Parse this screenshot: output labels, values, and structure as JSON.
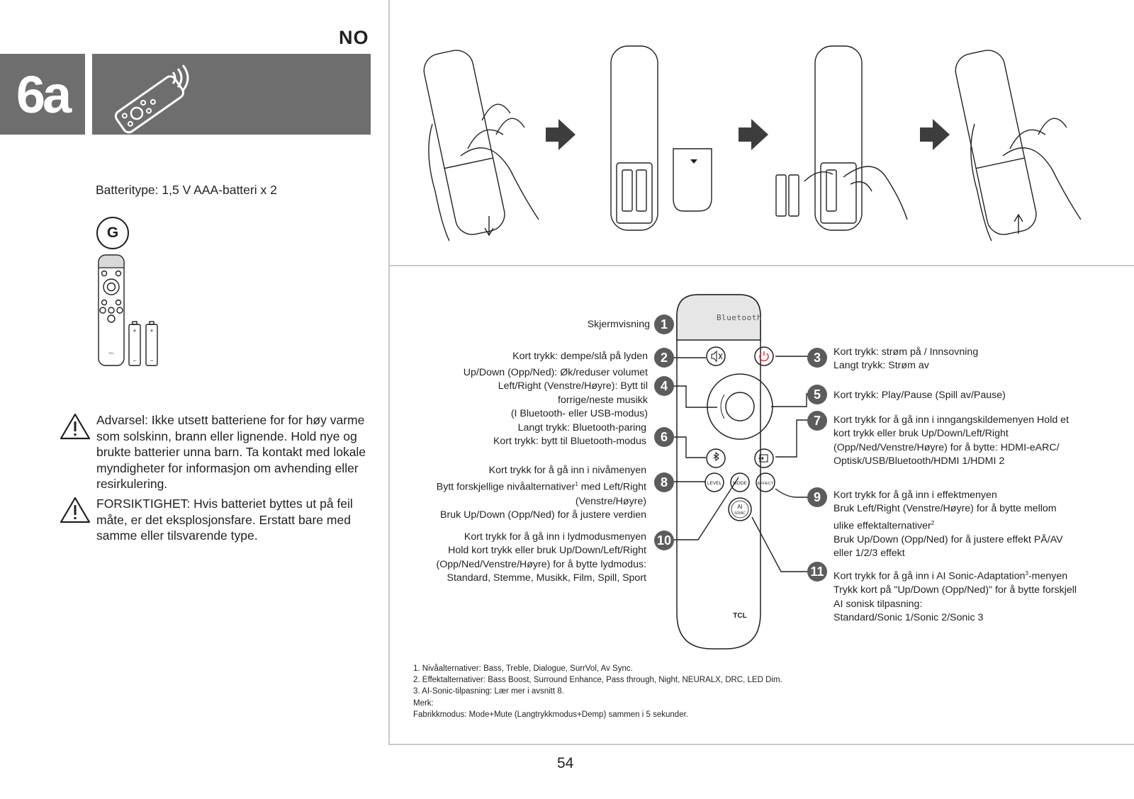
{
  "header": {
    "language": "NO",
    "section": "6a"
  },
  "battery": {
    "type_text": "Batteritype: 1,5 V AAA-batteri x 2",
    "badge": "G",
    "remote_brand": "TCL",
    "plus": "+",
    "minus": "−"
  },
  "warnings": [
    {
      "text": "Advarsel: Ikke utsett batteriene for for høy varme som solskinn, brann eller lignende. Hold nye og brukte batterier unna barn. Ta kontakt med lokale myndigheter for informasjon om avhending eller resirkulering."
    },
    {
      "text": "FORSIKTIGHET: Hvis batteriet byttes ut på feil måte, er det eksplosjonsfare. Erstatt bare med samme eller tilsvarende type."
    }
  ],
  "remote": {
    "display_text": "Bluetooth",
    "brand": "TCL",
    "btn_level": "LEVEL",
    "btn_mode": "MODE",
    "btn_effect": "EFFECT",
    "btn_ai": "AI",
    "btn_sonic": "SONIC"
  },
  "callouts": {
    "c1": {
      "num": "1",
      "lines": [
        "Skjermvisning"
      ]
    },
    "c2": {
      "num": "2",
      "lines": [
        "Kort trykk: dempe/slå på lyden"
      ]
    },
    "c3": {
      "num": "3",
      "lines": [
        "Kort trykk: strøm på / Innsovning",
        "Langt trykk: Strøm av"
      ]
    },
    "c4": {
      "num": "4",
      "lines": [
        "Up/Down (Opp/Ned): Øk/reduser volumet",
        "Left/Right (Venstre/Høyre): Bytt til",
        "forrige/neste musikk",
        "(I Bluetooth- eller USB-modus)"
      ]
    },
    "c5": {
      "num": "5",
      "lines": [
        "Kort trykk: Play/Pause (Spill av/Pause)"
      ]
    },
    "c6": {
      "num": "6",
      "lines": [
        "Langt trykk: Bluetooth-paring",
        "Kort trykk: bytt til Bluetooth-modus"
      ]
    },
    "c7": {
      "num": "7",
      "lines": [
        "Kort trykk for å gå inn i inngangskildemenyen Hold et",
        "kort trykk eller bruk Up/Down/Left/Right",
        "(Opp/Ned/Venstre/Høyre) for å bytte: HDMI-eARC/",
        "Optisk/USB/Bluetooth/HDMI 1/HDMI 2"
      ]
    },
    "c8": {
      "num": "8",
      "line1": "Kort trykk for å gå inn i nivåmenyen",
      "line2a": "Bytt forskjellige nivåalternativer",
      "sup": "1",
      "line2b": " med Left/Right",
      "line3": "(Venstre/Høyre)",
      "line4": "Bruk Up/Down (Opp/Ned) for å justere verdien"
    },
    "c9": {
      "num": "9",
      "line1": "Kort trykk for å gå inn i effektmenyen",
      "line2": "Bruk Left/Right (Venstre/Høyre) for å bytte mellom",
      "line3a": "ulike effektalternativer",
      "sup": "2",
      "line4": "Bruk Up/Down (Opp/Ned) for å justere effekt PÅ/AV",
      "line5": "eller 1/2/3 effekt"
    },
    "c10": {
      "num": "10",
      "lines": [
        "Kort trykk for å gå inn i lydmodusmenyen",
        "Hold kort trykk eller bruk Up/Down/Left/Right",
        "(Opp/Ned/Venstre/Høyre) for å bytte lydmodus:",
        "Standard, Stemme, Musikk, Film, Spill, Sport"
      ]
    },
    "c11": {
      "num": "11",
      "line1a": "Kort trykk for å gå inn i AI Sonic-Adaptation",
      "sup": "3",
      "line1b": "-menyen",
      "line2": "Trykk kort på \"Up/Down (Opp/Ned)\" for å bytte forskjell",
      "line3": "AI sonisk tilpasning:",
      "line4": "Standard/Sonic 1/Sonic 2/Sonic 3"
    }
  },
  "footnotes": [
    "1. Nivåalternativer: Bass, Treble, Dialogue, SurrVol, Av Sync.",
    "2. Effektalternativer: Bass Boost, Surround Enhance, Pass through, Night, NEURALX, DRC, LED Dim.",
    "3. AI-Sonic-tilpasning: Lær mer i avsnitt 8.",
    "Merk:",
    "Fabrikkmodus: Mode+Mute (Langtrykkmodus+Demp) sammen i 5 sekunder."
  ],
  "page_number": "54",
  "colors": {
    "header_bar": "#6e6e6e",
    "badge": "#5c5c5c",
    "power_red": "#e0262d",
    "display_bg": "#e6e6e6"
  }
}
